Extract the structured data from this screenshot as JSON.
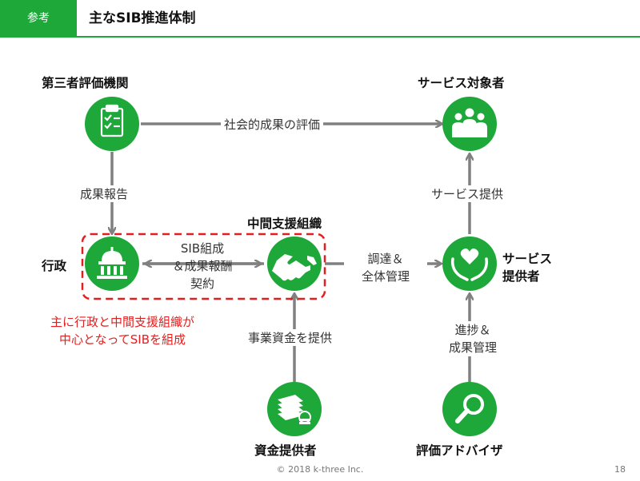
{
  "header": {
    "tag": "参考",
    "title": "主なSIB推進体制"
  },
  "nodes": {
    "evaluator": "第三者評価機関",
    "beneficiaries": "サービス対象者",
    "government": "行政",
    "intermediary": "中間支援組織",
    "provider": "サービス\n提供者",
    "investor": "資金提供者",
    "advisor": "評価アドバイザ"
  },
  "edges": {
    "social_eval": "社会的成果の評価",
    "result_report": "成果報告",
    "sib_contract": "SIB組成\n＆成果報酬\n契約",
    "procure": "調達＆\n全体管理",
    "service_provision": "サービス提供",
    "fund_provision": "事業資金を提供",
    "progress": "進捗＆\n成果管理"
  },
  "note": "主に行政と中間支援組織が\n中心となってSIBを組成",
  "footer": {
    "copyright": "© 2018 k-three Inc.",
    "page": "18"
  },
  "colors": {
    "green": "#1ea83a",
    "arrow": "#808080",
    "dash": "#e02020"
  },
  "icons": [
    "clipboard-icon",
    "people-icon",
    "government-building-icon",
    "handshake-icon",
    "heart-hands-icon",
    "money-stack-icon",
    "magnifier-icon"
  ]
}
